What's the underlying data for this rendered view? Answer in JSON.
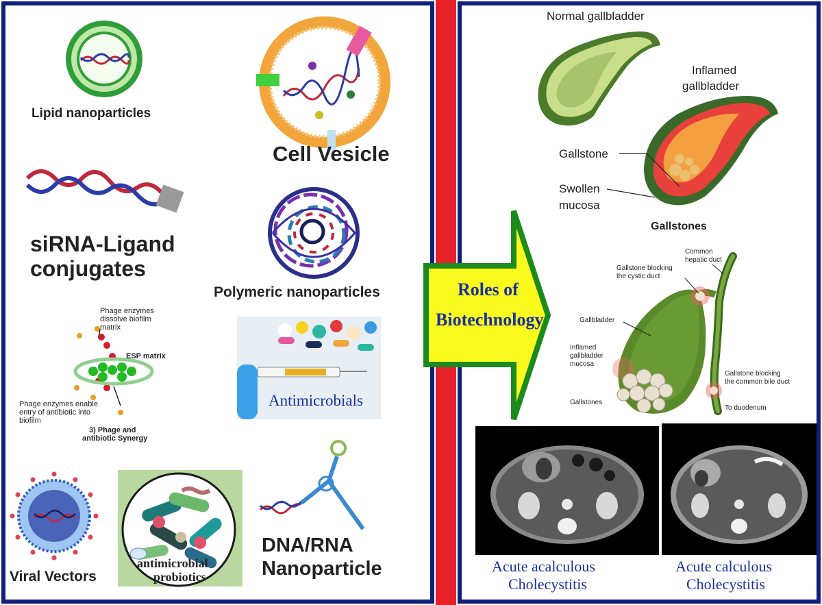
{
  "left_panel": {
    "lipid_nanoparticles": "Lipid nanoparticles",
    "cell_vesicle": "Cell Vesicle",
    "sirna_line1": "siRNA-Ligand",
    "sirna_line2": "conjugates",
    "polymeric_nanoparticles": "Polymeric nanoparticles",
    "phage_dissolve_l1": "Phage enzymes",
    "phage_dissolve_l2": "dissolve biofilm",
    "phage_dissolve_l3": "matrix",
    "esp_matrix": "ESP matrix",
    "phage_entry_l1": "Phage enzymes enable",
    "phage_entry_l2": "entry of antibiotic into",
    "phage_entry_l3": "biofilm",
    "synergy_l1": "3) Phage and",
    "synergy_l2": "antibiotic Synergy",
    "antimicrobials": "Antimicrobials",
    "viral_vectors": "Viral Vectors",
    "probiotics_l1": "antimicrobial",
    "probiotics_l2": "probiotics",
    "dna_rna_l1": "DNA/RNA",
    "dna_rna_l2": "Nanoparticle"
  },
  "arrow": {
    "line1": "Roles of",
    "line2": "Biotechnology"
  },
  "right_panel": {
    "normal_gallbladder": "Normal gallbladder",
    "inflamed_l1": "Inflamed",
    "inflamed_l2": "gallbladder",
    "gallstone": "Gallstone",
    "swollen_l1": "Swollen",
    "swollen_l2": "mucosa",
    "gallstones_title": "Gallstones",
    "common_hepatic_l1": "Common",
    "common_hepatic_l2": "hepatic duct",
    "blocking_cystic_l1": "Gallstone blocking",
    "blocking_cystic_l2": "the cystic duct",
    "gallbladder": "Gallbladder",
    "inflamed_mucosa_l1": "Inflamed",
    "inflamed_mucosa_l2": "gallbladder",
    "inflamed_mucosa_l3": "mucosa",
    "gallstones_small": "Gallstones",
    "blocking_bile_l1": "Gallstone blocking",
    "blocking_bile_l2": "the common bile duct",
    "to_duodenum": "To duodenum",
    "acalculous_l1": "Acute acalculous",
    "acalculous_l2": "Cholecystitis",
    "calculous_l1": "Acute calculous",
    "calculous_l2": "Cholecystitis"
  },
  "colors": {
    "frame": "#10207a",
    "divider": "#e8202a",
    "arrow_fill": "#fafa1e",
    "arrow_border": "#1c8a1c",
    "caption": "#1a2fa0"
  }
}
